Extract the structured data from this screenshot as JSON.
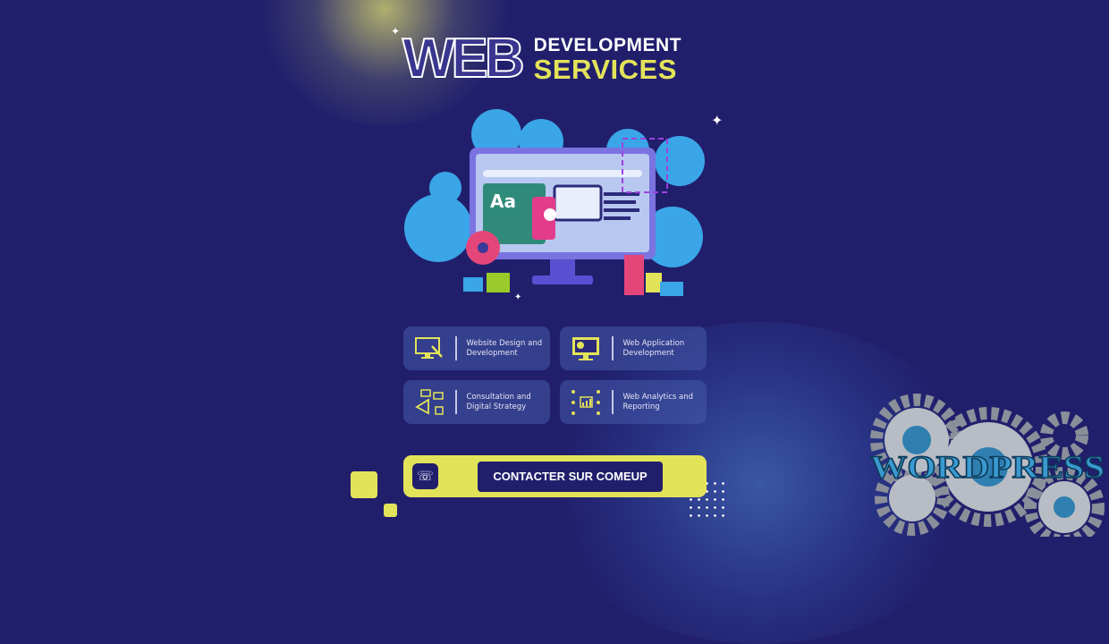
{
  "header": {
    "title_big": "WEB",
    "title_line1": "DEVELOPMENT",
    "title_line2": "SERVICES"
  },
  "services": [
    {
      "icon": "monitor-wrench-icon",
      "label": "Website Design and Development"
    },
    {
      "icon": "monitor-gear-code-icon",
      "label": "Web Application Development"
    },
    {
      "icon": "megaphone-chat-icon",
      "label": "Consultation and Digital Strategy"
    },
    {
      "icon": "analytics-network-icon",
      "label": "Web Analytics and Reporting"
    }
  ],
  "cta": {
    "label": "CONTACTER SUR COMEUP",
    "icon": "phone-icon"
  },
  "logo": {
    "text": "WORDPRESS"
  },
  "colors": {
    "background": "#211f6c",
    "accent": "#e3e35a"
  }
}
